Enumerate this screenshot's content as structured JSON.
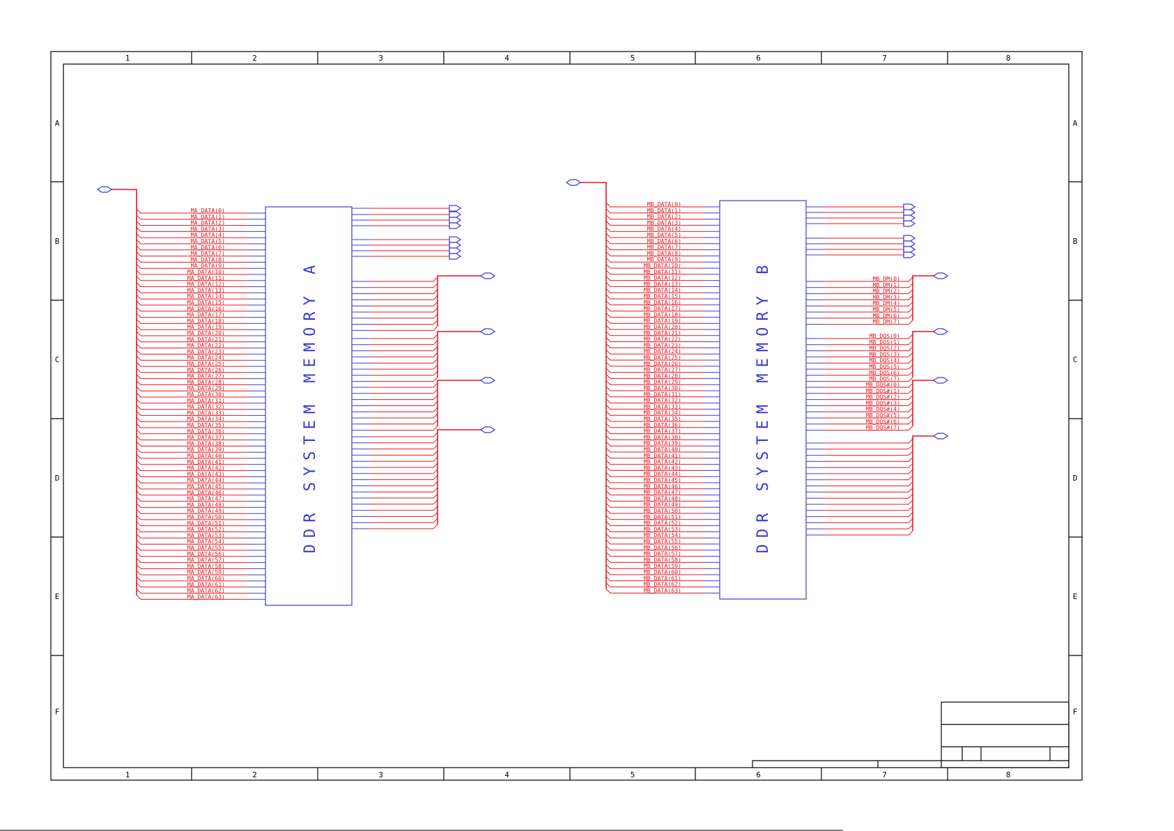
{
  "sheet": {
    "columns": [
      "1",
      "2",
      "3",
      "4",
      "5",
      "6",
      "7",
      "8"
    ],
    "rows": [
      "A",
      "B",
      "C",
      "D",
      "E",
      "F"
    ]
  },
  "block_a": {
    "title": "DDR SYSTEM MEMORY A",
    "data_prefix": "MA_DATA",
    "data_count": 64,
    "data_labels": []
  },
  "block_b": {
    "title": "DDR SYSTEM MEMORY B",
    "data_prefix": "MB_DATA",
    "data_count": 64,
    "data_labels": [],
    "dm_labels": [
      "MB_DM(0)",
      "MB_DM(1)",
      "MB_DM(2)",
      "MB_DM(3)",
      "MB_DM(4)",
      "MB_DM(5)",
      "MB_DM(6)",
      "MB_DM(7)"
    ],
    "dqs_labels": [
      "MB_DQS(0)",
      "MB_DQS(1)",
      "MB_DQS(2)",
      "MB_DQS(3)",
      "MB_DQS(4)",
      "MB_DQS(5)",
      "MB_DQS(6)",
      "MB_DQS(7)"
    ],
    "dqsn_labels": [
      "MB_DQS#(0)",
      "MB_DQS#(1)",
      "MB_DQS#(2)",
      "MB_DQS#(3)",
      "MB_DQS#(4)",
      "MB_DQS#(5)",
      "MB_DQS#(6)",
      "MB_DQS#(7)"
    ]
  },
  "colors": {
    "wire": "#e8141c",
    "component": "#3b3bd6",
    "frame": "#000000"
  }
}
